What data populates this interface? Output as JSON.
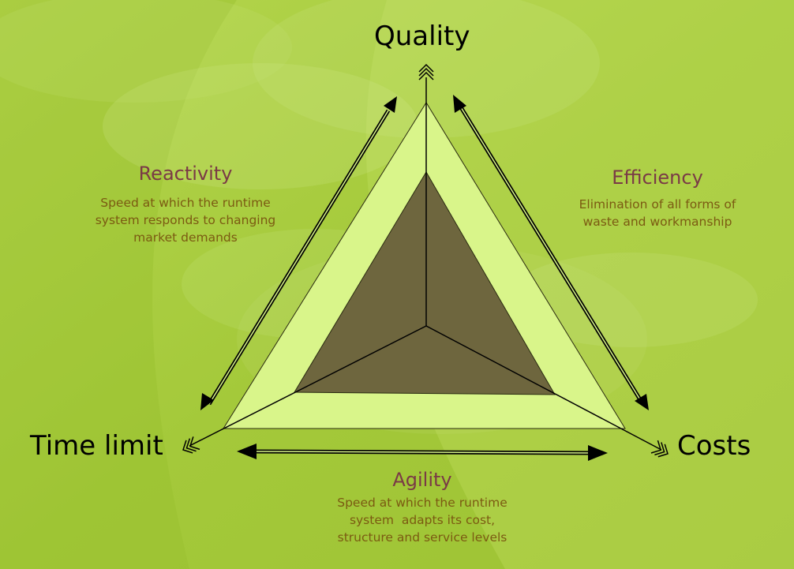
{
  "colors": {
    "background": "#a9cd3f",
    "outer_triangle": "#d9f58a",
    "inner_triangle": "#6e663e",
    "vertex_text": "#000000",
    "heading_text": "#7a3a46",
    "description_text": "#7b5a12"
  },
  "vertices": {
    "top": "Quality",
    "left": "Time limit",
    "right": "Costs"
  },
  "edges": {
    "left": {
      "heading": "Reactivity",
      "description": "Speed at which the runtime\nsystem responds to changing\nmarket demands"
    },
    "right": {
      "heading": "Efficiency",
      "description": "Elimination of all forms of\nwaste and workmanship"
    },
    "bottom": {
      "heading": "Agility",
      "description": "Speed at which the runtime\nsystem  adapts its cost,\nstructure and service levels"
    }
  }
}
